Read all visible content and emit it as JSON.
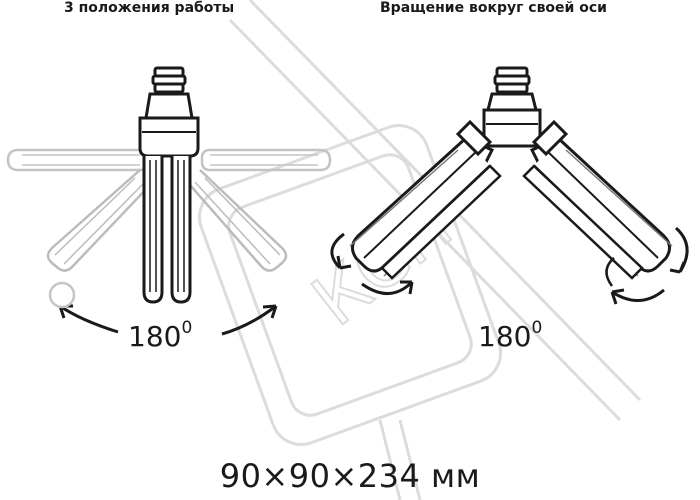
{
  "headings": {
    "left": "3 положения работы",
    "right": "Вращение вокруг своей оси"
  },
  "angles": {
    "left_value": "180",
    "left_unit": "0",
    "right_value": "180",
    "right_unit": "0"
  },
  "dimensions": "90×90×234 мм",
  "watermark": "КСП",
  "colors": {
    "ink": "#1a1a1a",
    "ghost": "#b5b5b5",
    "watermark": "#d9d9d9"
  }
}
